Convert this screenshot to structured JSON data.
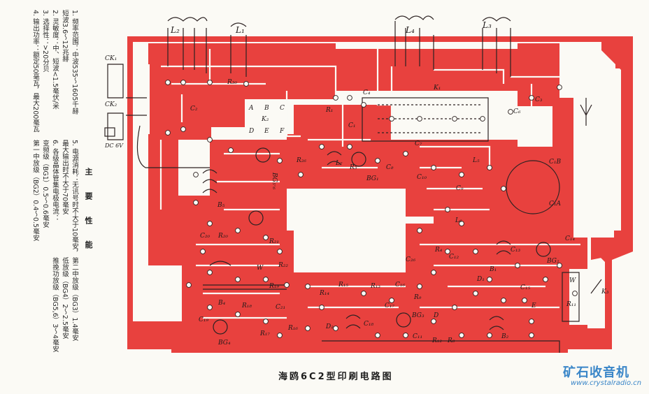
{
  "specs": {
    "title": "主 要 性 能",
    "items": [
      "1. 频率范围：中波535～1605千赫",
      "   短波3.6～12兆赫",
      "2. 灵敏度：中、短波<1.5毫伏/米",
      "3. 选择性：>20分贝",
      "4. 输出功率：额定50毫瓦，最大200毫瓦",
      "5. 电源消耗：无讯号时不大于10毫安，",
      "   最大输出时不大于70毫安",
      "6. 各级晶体管集电极电流：",
      "   变频级（BG1）0.5～0.6毫安",
      "   第一中放级（BG2）0.4～0.5毫安",
      "   第二中放级（BG3）1.4毫安",
      "   低放级（BG4）2～2.5毫安",
      "   推挽功放级（BG5,6）3～4毫安"
    ]
  },
  "caption": "海鸥6C2型印刷电路图",
  "watermark": {
    "logo": "矿石收音机",
    "url": "www.crystalradio.cn"
  },
  "labels": {
    "L2": "L₂",
    "L1": "L₁",
    "L4": "L₄",
    "L3": "L₃",
    "CK1": "CK₁",
    "CK2": "CK₂",
    "DC": "DC 6V",
    "R30": "R₃₀",
    "C2": "C₂",
    "K2": "K₂",
    "A": "A",
    "B": "B",
    "C": "C",
    "D": "D",
    "E": "E",
    "F": "F",
    "R1": "R₁",
    "C4": "C₄",
    "K1": "K₁",
    "C6": "C₆",
    "C3": "C₃",
    "C1": "C₁",
    "C7": "C₇",
    "L7": "L₇",
    "R3": "R₃",
    "C8": "C₈",
    "BG1": "BG₁",
    "C10": "C₁₀",
    "L5": "L₅",
    "C1B": "C₁B",
    "C9": "C₉",
    "C1A": "C₁A",
    "L6": "L₆",
    "BG56": "BG₅·₆",
    "B5": "B₅",
    "C20": "C₂₀",
    "R20": "R₂₀",
    "R21": "R₂₁",
    "R22": "R₂₂",
    "W": "W",
    "R19": "R₁₉",
    "B4": "B₄",
    "R18": "R₁₈",
    "C21": "C₂₁",
    "C19": "C₁₉",
    "R17": "R₁₇",
    "BG4": "BG₄",
    "R16": "R₁₆",
    "R14": "R₁₄",
    "D2": "D₂",
    "R15": "R₁₅",
    "C18": "C₁₈",
    "R13": "R₁₃",
    "C16": "C₁₆",
    "C17": "C₁₇",
    "BG3": "BG₃",
    "R9": "R₉",
    "C11": "C₁₁",
    "R12": "R₁₂",
    "R8": "R₈",
    "R4": "R₄",
    "C12": "C₁₂",
    "B1": "B₁",
    "C13": "C₁₃",
    "BG2": "BG₂",
    "C14": "C₁₄",
    "D1": "D₁",
    "C15": "C₁₅",
    "B2": "B₂",
    "W2": "W",
    "R11": "R₁₁",
    "K3": "K₃",
    "C26": "C₂₆",
    "R26": "R₂₆"
  }
}
